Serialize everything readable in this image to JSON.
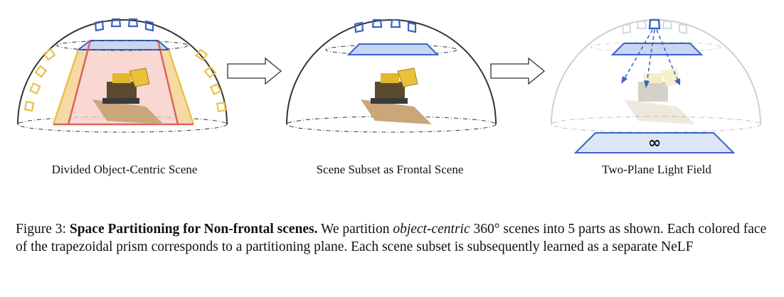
{
  "panels": [
    {
      "label": "Divided Object-Centric Scene"
    },
    {
      "label": "Scene Subset as Frontal Scene"
    },
    {
      "label": "Two-Plane Light Field",
      "symbol": "∞"
    }
  ],
  "caption": {
    "prefix": "Figure 3: ",
    "title": "Space Partitioning for Non-frontal scenes.",
    "t1": " We partition ",
    "emph": "object-centric",
    "t2": " 360° scenes into 5 parts as shown. Each colored face of the trapezoidal prism corresponds to a partitioning plane. Each scene subset is subsequently learned as a separate NeLF"
  },
  "colors": {
    "blue": "#3a63c8",
    "yellow": "#e8c24a",
    "red": "#d9655a",
    "pink_fill": "#f7c9c4",
    "dome": "#333333",
    "faded": "#cfcfcf"
  }
}
